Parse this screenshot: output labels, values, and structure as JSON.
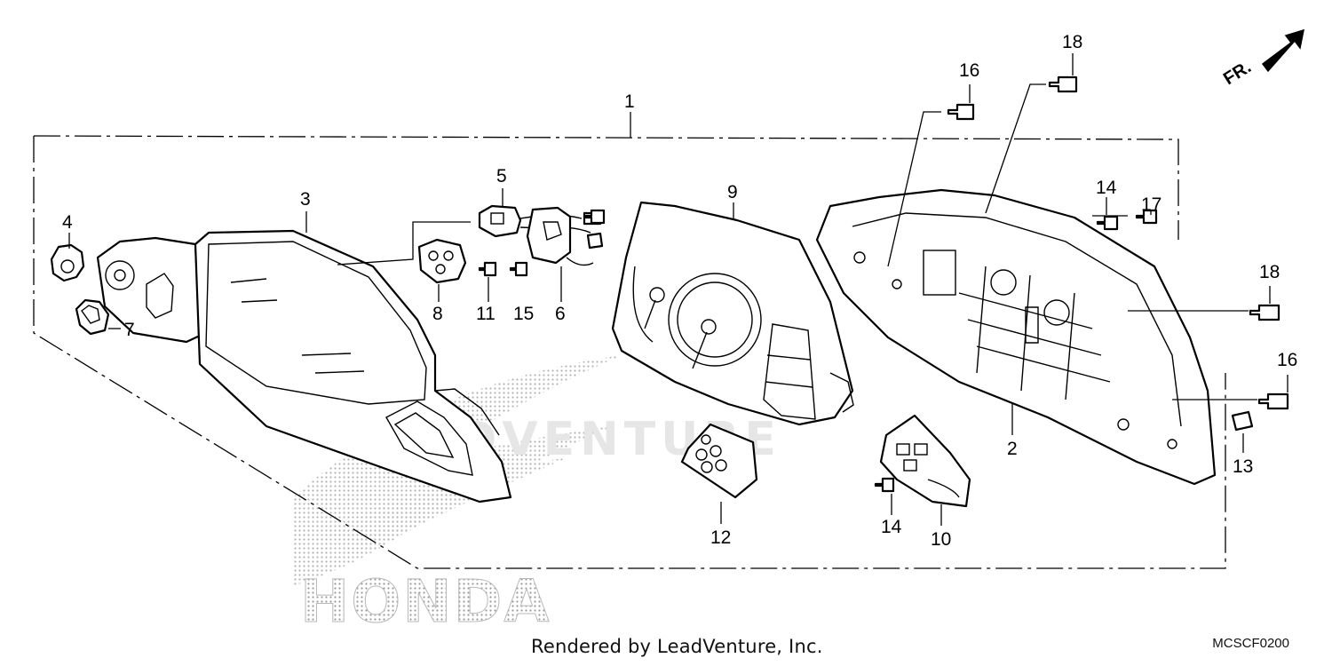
{
  "footer": {
    "credit": "Rendered by LeadVenture, Inc.",
    "diagram_code": "MCSCF0200"
  },
  "direction_marker": {
    "label": "FR.",
    "icon": "front-arrow-icon"
  },
  "watermarks": {
    "brand": "HONDA",
    "store": "ADVENTURE"
  },
  "callouts": [
    {
      "id": "c1",
      "label": "1"
    },
    {
      "id": "c2",
      "label": "2"
    },
    {
      "id": "c3",
      "label": "3"
    },
    {
      "id": "c4",
      "label": "4"
    },
    {
      "id": "c5",
      "label": "5"
    },
    {
      "id": "c6",
      "label": "6"
    },
    {
      "id": "c7",
      "label": "7"
    },
    {
      "id": "c8",
      "label": "8"
    },
    {
      "id": "c9",
      "label": "9"
    },
    {
      "id": "c10",
      "label": "10"
    },
    {
      "id": "c11",
      "label": "11"
    },
    {
      "id": "c12",
      "label": "12"
    },
    {
      "id": "c13",
      "label": "13"
    },
    {
      "id": "c14a",
      "label": "14"
    },
    {
      "id": "c14b",
      "label": "14"
    },
    {
      "id": "c15",
      "label": "15"
    },
    {
      "id": "c16a",
      "label": "16"
    },
    {
      "id": "c16b",
      "label": "16"
    },
    {
      "id": "c17",
      "label": "17"
    },
    {
      "id": "c18a",
      "label": "18"
    },
    {
      "id": "c18b",
      "label": "18"
    }
  ]
}
